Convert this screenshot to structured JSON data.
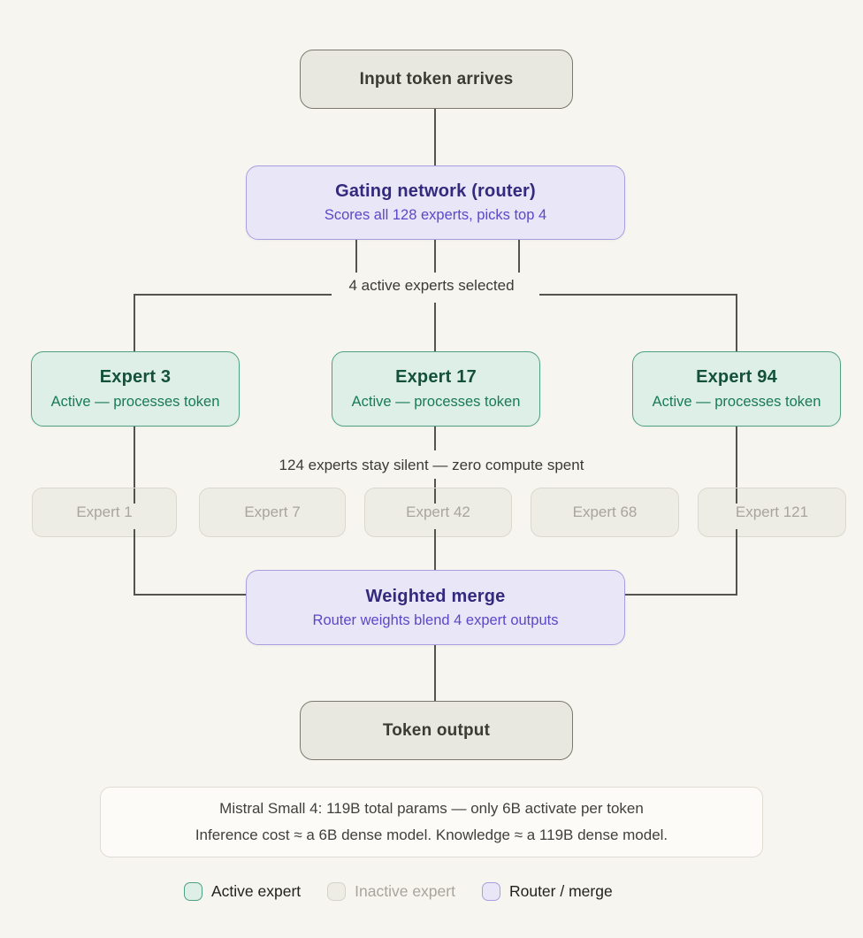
{
  "diagram": {
    "input": {
      "label": "Input token arrives"
    },
    "router": {
      "title": "Gating network (router)",
      "subtitle": "Scores all 128 experts, picks top 4"
    },
    "selection_label": "4 active experts selected",
    "active_experts": [
      {
        "title": "Expert 3",
        "subtitle": "Active — processes token"
      },
      {
        "title": "Expert 17",
        "subtitle": "Active — processes token"
      },
      {
        "title": "Expert 94",
        "subtitle": "Active — processes token"
      }
    ],
    "silent_label": "124 experts stay silent — zero compute spent",
    "inactive_experts": [
      {
        "label": "Expert 1"
      },
      {
        "label": "Expert 7"
      },
      {
        "label": "Expert 42"
      },
      {
        "label": "Expert 68"
      },
      {
        "label": "Expert 121"
      }
    ],
    "merge": {
      "title": "Weighted merge",
      "subtitle": "Router weights blend 4 expert outputs"
    },
    "output": {
      "label": "Token output"
    },
    "note": {
      "line1": "Mistral Small 4: 119B total params — only 6B activate per token",
      "line2": "Inference cost ≈ a 6B dense model. Knowledge ≈ a 119B dense model."
    },
    "legend": [
      {
        "label": "Active expert"
      },
      {
        "label": "Inactive expert"
      },
      {
        "label": "Router / merge"
      }
    ]
  },
  "colors": {
    "background": "#f7f5ef",
    "connector": "#55534d",
    "neutral_fill": "#e9e8e0",
    "neutral_border": "#7b796f",
    "neutral_text": "#3b3a35",
    "router_fill": "#e9e6f8",
    "router_border": "#a89fe0",
    "router_title": "#332a7e",
    "router_subtitle": "#5b48c8",
    "active_fill": "#ddefe7",
    "active_border": "#4ea183",
    "active_title": "#14513b",
    "active_subtitle": "#187a58",
    "inactive_fill": "#edece5",
    "inactive_border": "#dbd9cf",
    "inactive_text": "#a7a59c"
  }
}
